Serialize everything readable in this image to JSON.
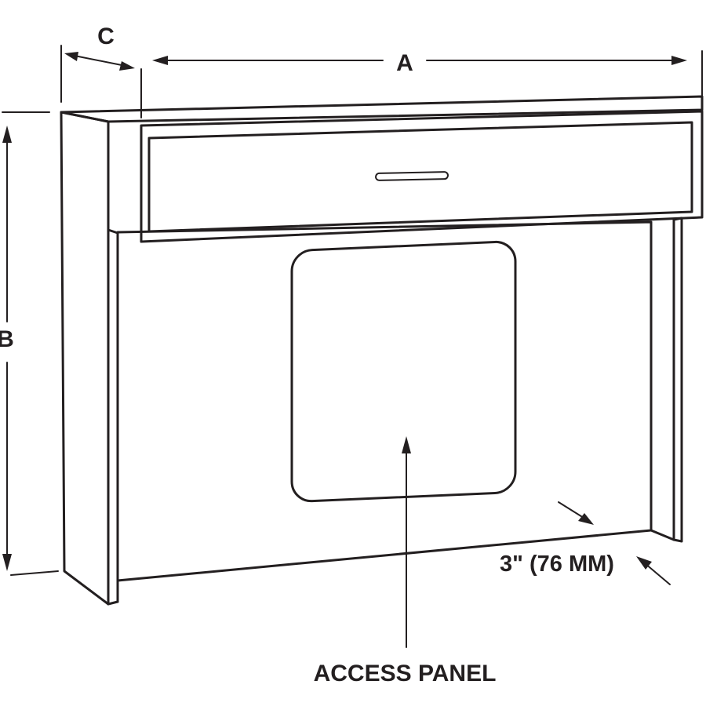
{
  "dimension_labels": {
    "width": "A",
    "height": "B",
    "depth": "C"
  },
  "callouts": {
    "offset": "3\" (76 MM)",
    "access_panel": "ACCESS PANEL"
  },
  "colors": {
    "line": "#231f20",
    "background": "#ffffff"
  }
}
